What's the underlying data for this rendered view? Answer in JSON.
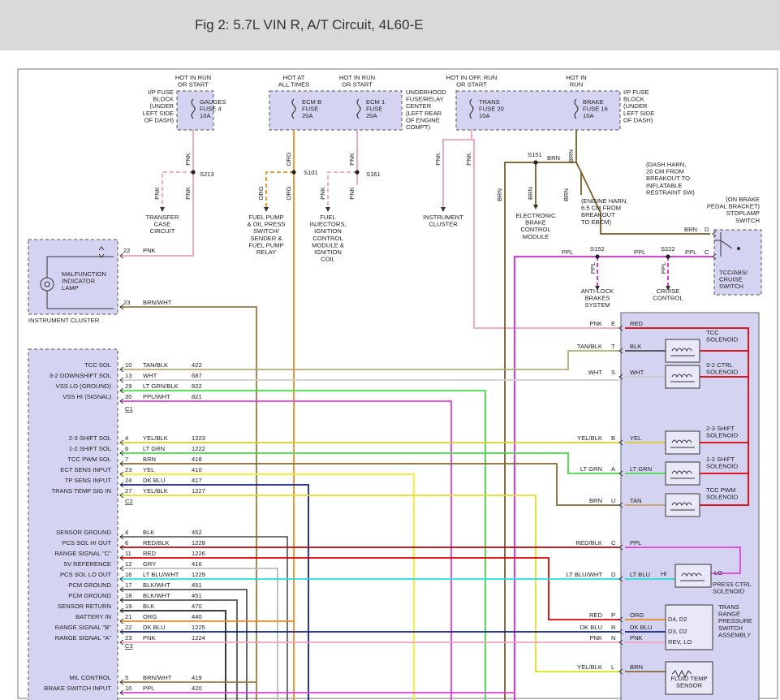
{
  "title": "Fig 2: 5.7L VIN R, A/T Circuit, 4L60-E",
  "fuses": {
    "hot_run_start": "HOT IN RUN\nOR START",
    "hot_all_times": "HOT AT\nALL TIMES",
    "hot_off_run_start": "HOT IN OFF, RUN\nOR START",
    "hot_run": "HOT IN\nRUN",
    "ip_fuse_block_left": "I/P FUSE\nBLOCK\n(UNDER\nLEFT SIDE\nOF DASH)",
    "ip_fuse_block_right": "I/P FUSE\nBLOCK\n(UNDER\nLEFT SIDE\nOF DASH)",
    "underhood": "UNDERHOOD\nFUSE/RELAY\nCENTER\n(LEFT REAR\nOF ENGINE\nCOMPT)",
    "gauges": "GAUGES\nFUSE 4\n10A",
    "ecm_b": "ECM B\nFUSE\n20A",
    "ecm_1": "ECM 1\nFUSE\n20A",
    "trans": "TRANS\nFUSE 20\n10A",
    "brake": "BRAKE\nFUSE 16\n10A"
  },
  "splices": {
    "s213": "S213",
    "s101": "S101",
    "s161": "S161",
    "s151": "S151",
    "s152": "S152",
    "s222": "S222"
  },
  "destinations": {
    "transfer_case": "TRANSFER\nCASE\nCIRCUIT",
    "fuel_pump": "FUEL PUMP\n& OIL PRESS\nSWITCH/\nSENDER &\nFUEL PUMP\nRELAY",
    "fuel_injectors": "FUEL\nINJECTORS,\nIGNITION\nCONTROL\nMODULE &\nIGNITION\nCOIL",
    "instrument_cluster": "INSTRUMENT\nCLUSTER",
    "ebcm": "ELECTRONIC\nBRAKE\nCONTROL\nMODULE",
    "engine_harness": "(ENGINE HARN,\n6.5 CM FROM\nBREAKOUT\nTO EBCM)",
    "dash_harness": "(DASH HARN,\n20 CM FROM\nBREAKOUT TO\nINFLATABLE\nRESTRAINT SW)",
    "stoplamp": "(ON BRAKE\nPEDAL BRACKET)\nSTOPLAMP\nSWITCH",
    "tcc_switch": "TCC/ABS/\nCRUISE\nSWITCH",
    "abs": "ANTI-LOCK\nBRAKES\nSYSTEM",
    "cruise": "CRUISE\nCONTROL"
  },
  "cluster": {
    "mil": "MALFUNCTION\nINDICATOR\nLAMP",
    "label": "INSTRUMENT CLUSTER",
    "pins": [
      {
        "pin": "22",
        "color": "PNK"
      },
      {
        "pin": "23",
        "color": "BRN/WHT"
      }
    ]
  },
  "wire_labels": {
    "pnk": "PNK",
    "org": "ORG",
    "brn": "BRN",
    "ppl": "PPL",
    "pin_d": "D",
    "pin_c": "C"
  },
  "pcm": {
    "c1_rows": [
      {
        "func": "TCC SOL",
        "pin": "10",
        "color": "TAN/BLK",
        "circuit": "422"
      },
      {
        "func": "3-2 DOWNSHIFT SOL",
        "pin": "13",
        "color": "WHT",
        "circuit": "687"
      },
      {
        "func": "VSS LO (GROUND)",
        "pin": "29",
        "color": "LT GRN/BLK",
        "circuit": "822"
      },
      {
        "func": "VSS HI (SIGNAL)",
        "pin": "30",
        "color": "PPL/WHT",
        "circuit": "821"
      }
    ],
    "c1": "C1",
    "c2_rows": [
      {
        "func": "2-3 SHIFT SOL",
        "pin": "4",
        "color": "YEL/BLK",
        "circuit": "1223"
      },
      {
        "func": "1-2 SHIFT SOL",
        "pin": "6",
        "color": "LT GRN",
        "circuit": "1222"
      },
      {
        "func": "TCC PWM SOL",
        "pin": "7",
        "color": "BRN",
        "circuit": "418"
      },
      {
        "func": "ECT SENS INPUT",
        "pin": "23",
        "color": "YEL",
        "circuit": "410"
      },
      {
        "func": "TP SENS INPUT",
        "pin": "24",
        "color": "DK BLU",
        "circuit": "417"
      },
      {
        "func": "TRANS TEMP SIG IN",
        "pin": "27",
        "color": "YEL/BLK",
        "circuit": "1227"
      }
    ],
    "c2": "C2",
    "c3_rows": [
      {
        "func": "SENSOR GROUND",
        "pin": "4",
        "color": "BLK",
        "circuit": "452"
      },
      {
        "func": "PCS SOL HI OUT",
        "pin": "6",
        "color": "RED/BLK",
        "circuit": "1228"
      },
      {
        "func": "RANGE SIGNAL \"C\"",
        "pin": "11",
        "color": "RED",
        "circuit": "1226"
      },
      {
        "func": "5V REFERENCE",
        "pin": "12",
        "color": "GRY",
        "circuit": "416"
      },
      {
        "func": "PCS SOL LO OUT",
        "pin": "16",
        "color": "LT BLU/WHT",
        "circuit": "1229"
      },
      {
        "func": "PCM GROUND",
        "pin": "17",
        "color": "BLK/WHT",
        "circuit": "451"
      },
      {
        "func": "PCM GROUND",
        "pin": "18",
        "color": "BLK/WHT",
        "circuit": "451"
      },
      {
        "func": "SENSOR RETURN",
        "pin": "19",
        "color": "BLK",
        "circuit": "470"
      },
      {
        "func": "BATTERY IN",
        "pin": "21",
        "color": "ORG",
        "circuit": "440"
      },
      {
        "func": "RANGE SIGNAL \"B\"",
        "pin": "22",
        "color": "DK BLU",
        "circuit": "1225"
      },
      {
        "func": "RANGE SIGNAL \"A\"",
        "pin": "23",
        "color": "PNK",
        "circuit": "1224"
      }
    ],
    "c3": "C3",
    "c4_rows": [
      {
        "func": "MIL CONTROL",
        "pin": "5",
        "color": "BRN/WHT",
        "circuit": "419"
      },
      {
        "func": "BRAKE SWITCH INPUT",
        "pin": "10",
        "color": "PPL",
        "circuit": "420"
      }
    ]
  },
  "trans_connector": [
    {
      "wire": "PNK",
      "pin": "E",
      "inner": "RED"
    },
    {
      "wire": "TAN/BLK",
      "pin": "T",
      "inner": "BLK"
    },
    {
      "wire": "WHT",
      "pin": "S",
      "inner": "WHT"
    },
    {
      "wire": "YEL/BLK",
      "pin": "B",
      "inner": "YEL"
    },
    {
      "wire": "LT GRN",
      "pin": "A",
      "inner": "LT GRN"
    },
    {
      "wire": "BRN",
      "pin": "U",
      "inner": "TAN"
    },
    {
      "wire": "RED/BLK",
      "pin": "C",
      "inner": "PPL"
    },
    {
      "wire": "LT BLU/WHT",
      "pin": "D",
      "inner": "LT BLU"
    },
    {
      "wire": "RED",
      "pin": "P",
      "inner": "ORG"
    },
    {
      "wire": "DK BLU",
      "pin": "R",
      "inner": "DK BLU"
    },
    {
      "wire": "PNK",
      "pin": "N",
      "inner": "PNK"
    },
    {
      "wire": "YEL/BLK",
      "pin": "L",
      "inner": "BRN"
    }
  ],
  "solenoids": {
    "tcc": "TCC\nSOLENOID",
    "ctrl32": "3-2 CTRL\nSOLENOID",
    "shift23": "2-3 SHIFT\nSOLENOID",
    "shift12": "1-2 SHIFT\nSOLENOID",
    "pwm": "TCC PWM\nSOLENOID",
    "press": "PRESS CTRL\nSOLENOID",
    "hi": "HI",
    "lo": "LO",
    "range_switch": "TRANS\nRANGE\nPRESSURE\nSWITCH\nASSEMBLY",
    "d4d2": "D4, D2",
    "d3d2": "D3, D2",
    "revlo": "REV, LO",
    "fluid_temp": "FLUID TEMP\nSENSOR"
  }
}
